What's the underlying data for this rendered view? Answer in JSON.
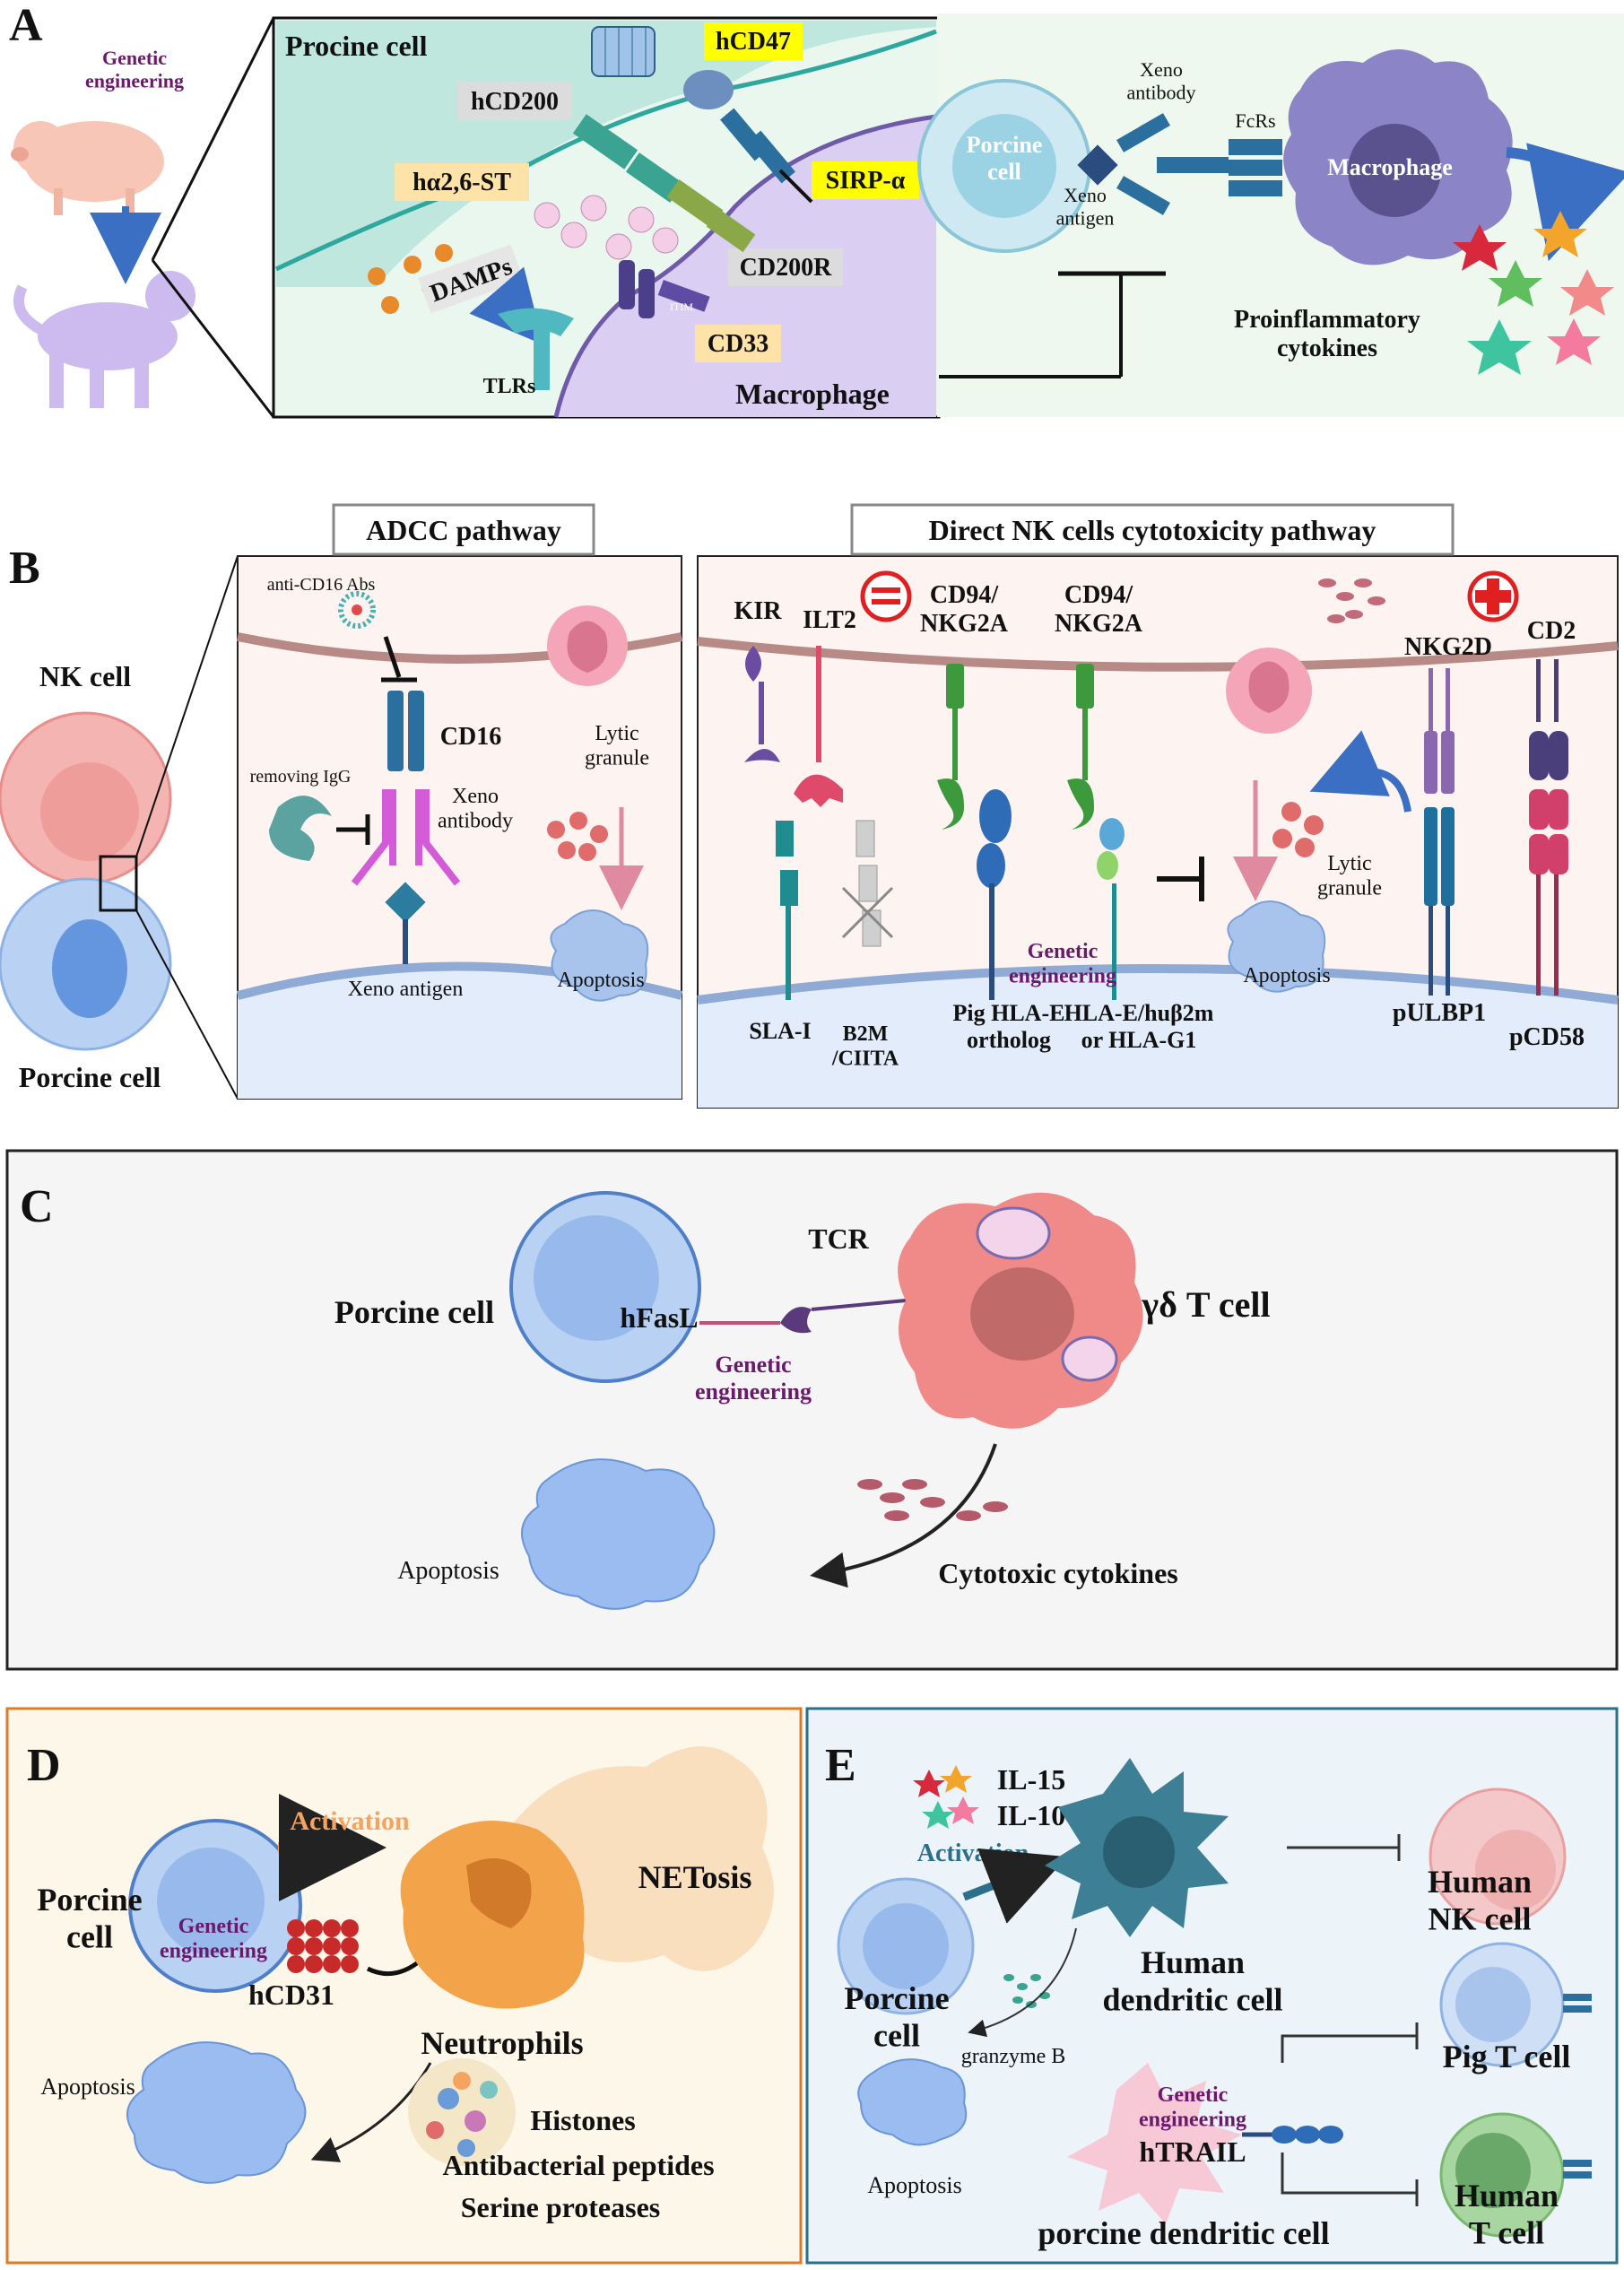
{
  "panel_a": {
    "letter": "A",
    "genetic_engineering": "Genetic\nengineering",
    "procine_cell": "Procine cell",
    "hcd47": "hCD47",
    "hcd200": "hCD200",
    "ha26st": "hα2,6-ST",
    "sirpa": "SIRP-α",
    "cd200r": "CD200R",
    "damps": "DAMPs",
    "cd33": "CD33",
    "itim": "ITIM",
    "tlrs": "TLRs",
    "macrophage": "Macrophage",
    "porcine_cell": "Porcine\ncell",
    "xeno_antibody": "Xeno\nantibody",
    "fcrs": "FcRs",
    "macrophage_cell": "Macrophage",
    "xeno_antigen": "Xeno\nantigen",
    "proinflammatory": "Proinflammatory\ncytokines"
  },
  "panel_b": {
    "letter": "B",
    "nk_cell": "NK cell",
    "porcine_cell": "Porcine cell",
    "adcc_title": "ADCC pathway",
    "direct_title": "Direct NK cells cytotoxicity pathway",
    "anti_cd16": "anti-CD16 Abs",
    "cd16": "CD16",
    "removing_igg": "removing IgG",
    "xeno_antibody": "Xeno\nantibody",
    "xeno_antigen": "Xeno antigen",
    "lytic_granule_a": "Lytic\ngranule",
    "apoptosis_a": "Apoptosis",
    "kir": "KIR",
    "ilt2": "ILT2",
    "cd94_1": "CD94/\nNKG2A",
    "cd94_2": "CD94/\nNKG2A",
    "nkg2d": "NKG2D",
    "cd2": "CD2",
    "sla_i": "SLA-I",
    "b2m": "B2M\n/CIITA",
    "pig_hla_e": "Pig HLA-E\northolog",
    "genetic_engineering": "Genetic\nengineering",
    "hla_e": "HLA-E/huβ2m\nor HLA-G1",
    "lytic_granule_b": "Lytic\ngranule",
    "apoptosis_b": "Apoptosis",
    "pulbp1": "pULBP1",
    "pcd58": "pCD58"
  },
  "panel_c": {
    "letter": "C",
    "tcr": "TCR",
    "porcine_cell": "Porcine cell",
    "hfasl": "hFasL",
    "gd_t_cell": "γδ T cell",
    "genetic_engineering": "Genetic\nengineering",
    "apoptosis": "Apoptosis",
    "cytotoxic": "Cytotoxic cytokines"
  },
  "panel_d": {
    "letter": "D",
    "activation": "Activation",
    "netosis": "NETosis",
    "porcine_cell": "Porcine\ncell",
    "genetic_engineering": "Genetic\nengineering",
    "hcd31": "hCD31",
    "neutrophils": "Neutrophils",
    "apoptosis": "Apoptosis",
    "histones": "Histones",
    "antibacterial": "Antibacterial peptides",
    "serine": "Serine proteases"
  },
  "panel_e": {
    "letter": "E",
    "il15": "IL-15",
    "il10": "IL-10",
    "activation": "Activation",
    "human_dc": "Human\ndendritic cell",
    "human_nk": "Human\nNK cell",
    "porcine_cell": "Porcine\ncell",
    "granzyme": "granzyme B",
    "pig_t": "Pig T cell",
    "apoptosis": "Apoptosis",
    "genetic_engineering": "Genetic\nengineering",
    "htrail": "hTRAIL",
    "porcine_dc": "porcine dendritic cell",
    "human_t": "Human\nT cell"
  },
  "colors": {
    "genetic_engineering": "#6b1a6b",
    "yellow_label": "#ffff00",
    "peach_label": "#fde3a7",
    "grey_label": "#dcdcdc",
    "activation_orange": "#f4a460",
    "activation_teal": "#2b6f8a"
  }
}
